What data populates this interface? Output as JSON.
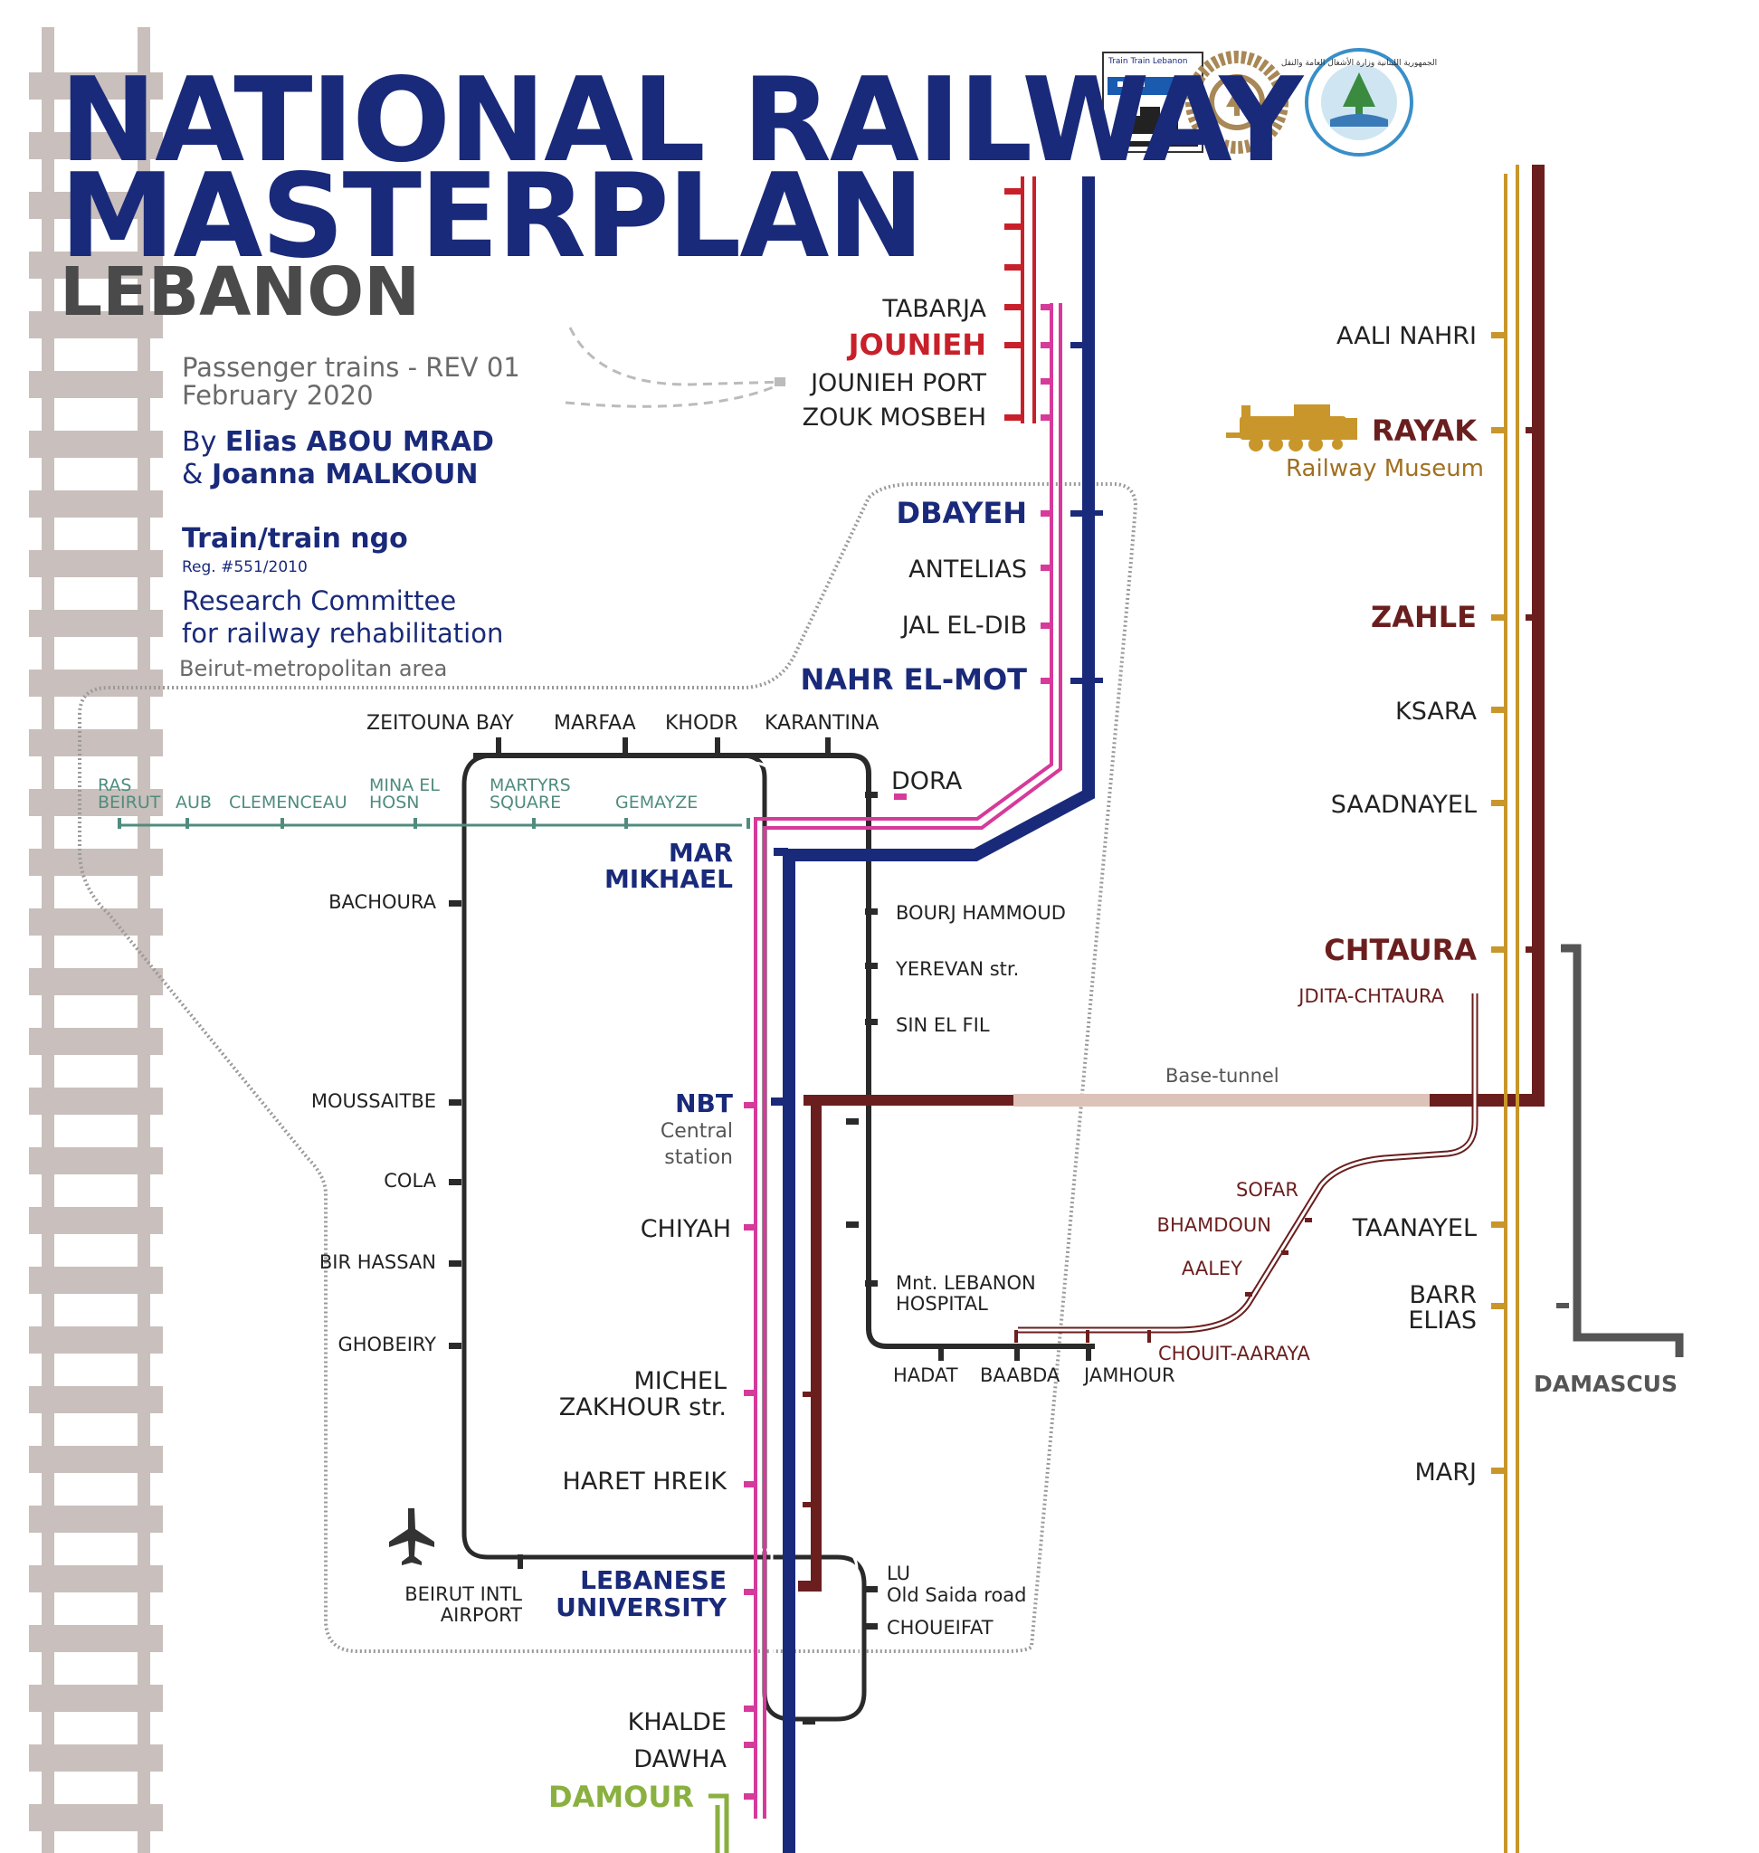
{
  "header": {
    "title_line1": "NATIONAL RAILWAY",
    "title_line2": "MASTERPLAN",
    "title_line3": "LEBANON",
    "subtitle": "Passenger trains - REV 01",
    "date": "February 2020",
    "by_prefix": "By",
    "author1": "Elias ABOU MRAD",
    "amp": "&",
    "author2": "Joanna MALKOUN",
    "org": "Train/train ngo",
    "reg": "Reg. #551/2010",
    "committee_line1": "Research Committee",
    "committee_line2": "for railway rehabilitation",
    "metro_area": "Beirut-metropolitan area"
  },
  "logos": {
    "train_train": "Train Train Lebanon",
    "ministry": "الجمهورية اللبنانية وزارة الأشغال العامة والنقل"
  },
  "colors": {
    "navy": "#1a2a7a",
    "red": "#c8202a",
    "magenta": "#d63a9a",
    "maroon": "#6b1e1e",
    "gold": "#c8962a",
    "teal": "#4f8c7e",
    "dark_gray": "#555555",
    "green": "#8ab040",
    "tunnel": "#dcc2b8"
  },
  "stations": {
    "north": [
      "TABARJA",
      "JOUNIEH",
      "JOUNIEH PORT",
      "ZOUK MOSBEH"
    ],
    "metn": [
      "DBAYEH",
      "ANTELIAS",
      "JAL EL-DIB",
      "NAHR EL-MOT"
    ],
    "port": [
      "ZEITOUNA BAY",
      "MARFAA",
      "KHODR",
      "KARANTINA"
    ],
    "coast_tram": [
      "RAS BEIRUT",
      "AUB",
      "CLEMENCEAU",
      "MINA EL HOSN",
      "MARTYRS SQUARE",
      "GEMAYZE"
    ],
    "dora": "DORA",
    "mar_mikhael": "MAR MIKHAEL",
    "beirut_west": [
      "BACHOURA",
      "MOUSSAITBE",
      "COLA",
      "BIR HASSAN",
      "GHOBEIRY",
      "BEIRUT INTL AIRPORT"
    ],
    "central": {
      "name": "NBT",
      "sub1": "Central",
      "sub2": "station"
    },
    "south": [
      "CHIYAH",
      "MICHEL ZAKHOUR str.",
      "HARET HREIK",
      "LEBANESE UNIVERSITY",
      "KHALDE",
      "DAWHA",
      "DAMOUR"
    ],
    "east_loop": [
      "BOURJ HAMMOUD",
      "YEREVAN str.",
      "SIN EL FIL",
      "Mnt. LEBANON HOSPITAL",
      "HADAT",
      "BAABDA",
      "JAMHOUR",
      "LU Old Saida road",
      "CHOUEIFAT"
    ],
    "mountain": [
      "SOFAR",
      "BHAMDOUN",
      "AALEY",
      "CHOUIT-AARAYA",
      "JDITA-CHTAURA"
    ],
    "bekaa": [
      "AALI NAHRI",
      "RAYAK",
      "ZAHLE",
      "KSARA",
      "SAADNAYEL",
      "CHTAURA",
      "TAANAYEL",
      "BARR ELIAS",
      "MARJ"
    ],
    "museum": "Railway Museum",
    "base_tunnel": "Base-tunnel",
    "damascus": "DAMASCUS"
  }
}
